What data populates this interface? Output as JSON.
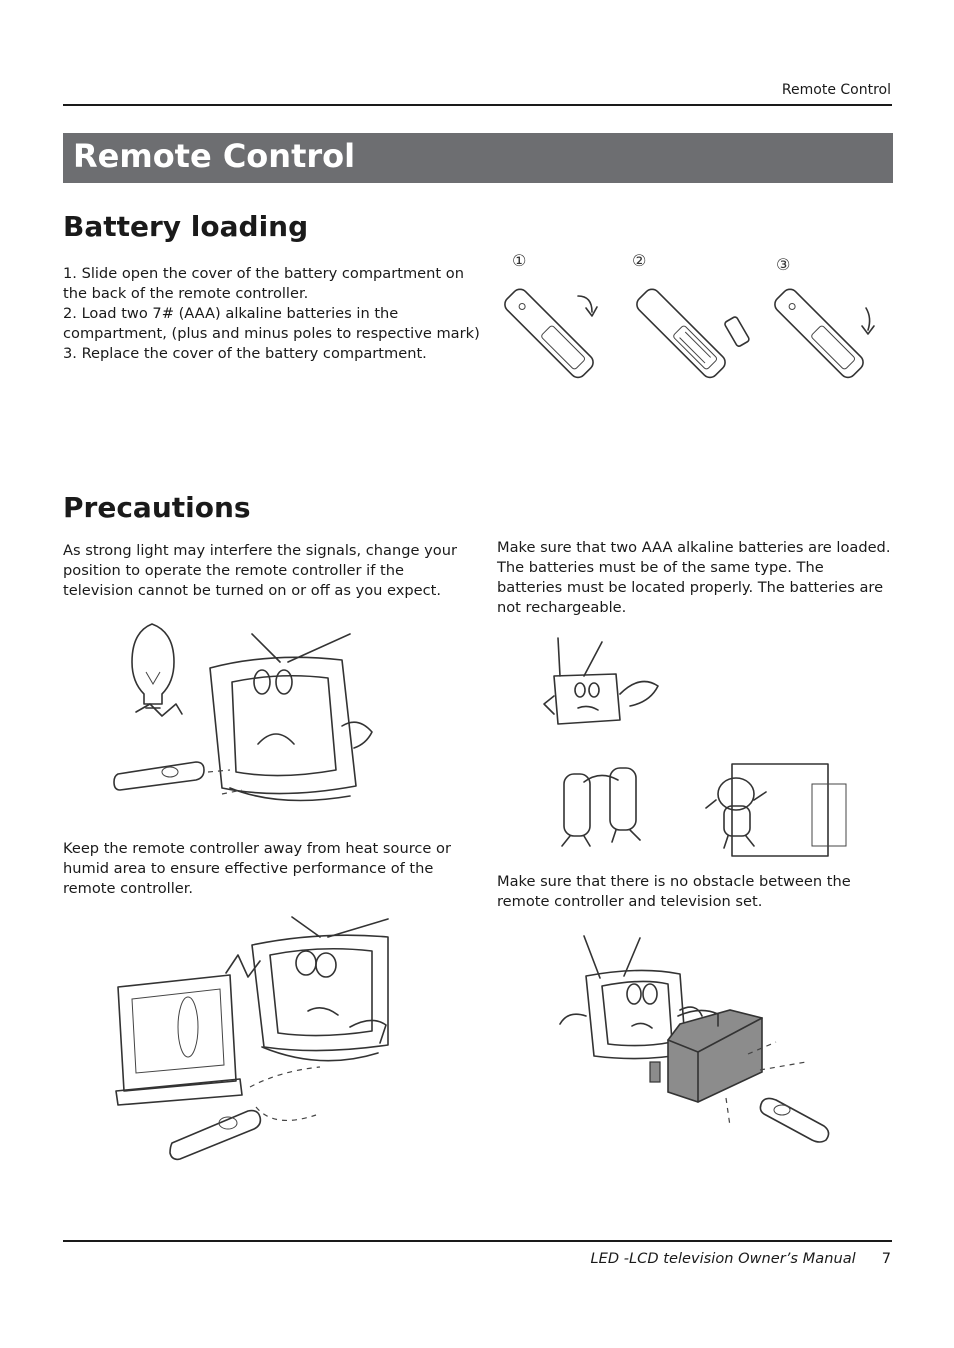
{
  "header": {
    "section_label": "Remote Control"
  },
  "title": "Remote Control",
  "battery": {
    "heading": "Battery loading",
    "steps": [
      "1. Slide open the cover of the battery compartment on",
      "the back of the remote controller.",
      "2. Load two 7# (AAA) alkaline batteries in the",
      "compartment, (plus and minus poles to respective mark)",
      "3. Replace the cover of the battery compartment."
    ],
    "figure_labels": [
      "①",
      "②",
      "③"
    ]
  },
  "precautions": {
    "heading": "Precautions",
    "items": [
      "As strong light may interfere the signals, change your position to operate the remote controller if the television cannot be turned on or off as you expect.",
      "Keep the remote controller away from heat source or humid area to ensure effective performance of the remote controller.",
      "Make sure that two AAA alkaline batteries are loaded. The batteries must be of the same type. The batteries must be located properly. The batteries are not rechargeable.",
      "Make sure that there is no obstacle between the remote controller and television set."
    ]
  },
  "footer": {
    "manual_title": "LED -LCD television Owner’s Manual",
    "page_number": "7"
  }
}
